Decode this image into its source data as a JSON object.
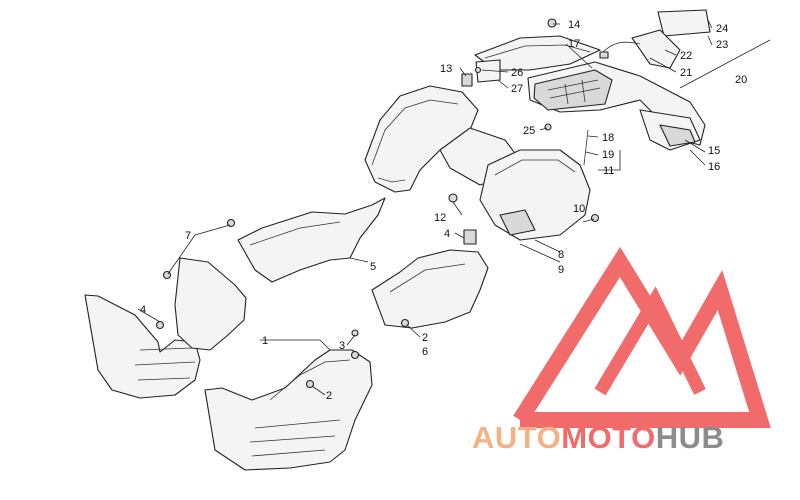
{
  "diagram": {
    "callouts": [
      {
        "id": "c1",
        "label": "1"
      },
      {
        "id": "c2a",
        "label": "2"
      },
      {
        "id": "c2b",
        "label": "2"
      },
      {
        "id": "c3",
        "label": "3"
      },
      {
        "id": "c4a",
        "label": "4"
      },
      {
        "id": "c4b",
        "label": "4"
      },
      {
        "id": "c5",
        "label": "5"
      },
      {
        "id": "c6",
        "label": "6"
      },
      {
        "id": "c7",
        "label": "7"
      },
      {
        "id": "c8",
        "label": "8"
      },
      {
        "id": "c9",
        "label": "9"
      },
      {
        "id": "c10",
        "label": "10"
      },
      {
        "id": "c11",
        "label": "11"
      },
      {
        "id": "c12",
        "label": "12"
      },
      {
        "id": "c13",
        "label": "13"
      },
      {
        "id": "c14",
        "label": "14"
      },
      {
        "id": "c15",
        "label": "15"
      },
      {
        "id": "c16",
        "label": "16"
      },
      {
        "id": "c17",
        "label": "17"
      },
      {
        "id": "c18",
        "label": "18"
      },
      {
        "id": "c19",
        "label": "19"
      },
      {
        "id": "c20",
        "label": "20"
      },
      {
        "id": "c21",
        "label": "21"
      },
      {
        "id": "c22",
        "label": "22"
      },
      {
        "id": "c23",
        "label": "23"
      },
      {
        "id": "c24",
        "label": "24"
      },
      {
        "id": "c25",
        "label": "25"
      },
      {
        "id": "c26",
        "label": "26"
      },
      {
        "id": "c27",
        "label": "27"
      }
    ]
  },
  "watermark": {
    "part1": "AUTO",
    "part2": "MOTO",
    "part3": "HUB",
    "color_orange": "#f4b183",
    "color_red": "#f26b6b",
    "color_gray": "#8c8c8c"
  }
}
